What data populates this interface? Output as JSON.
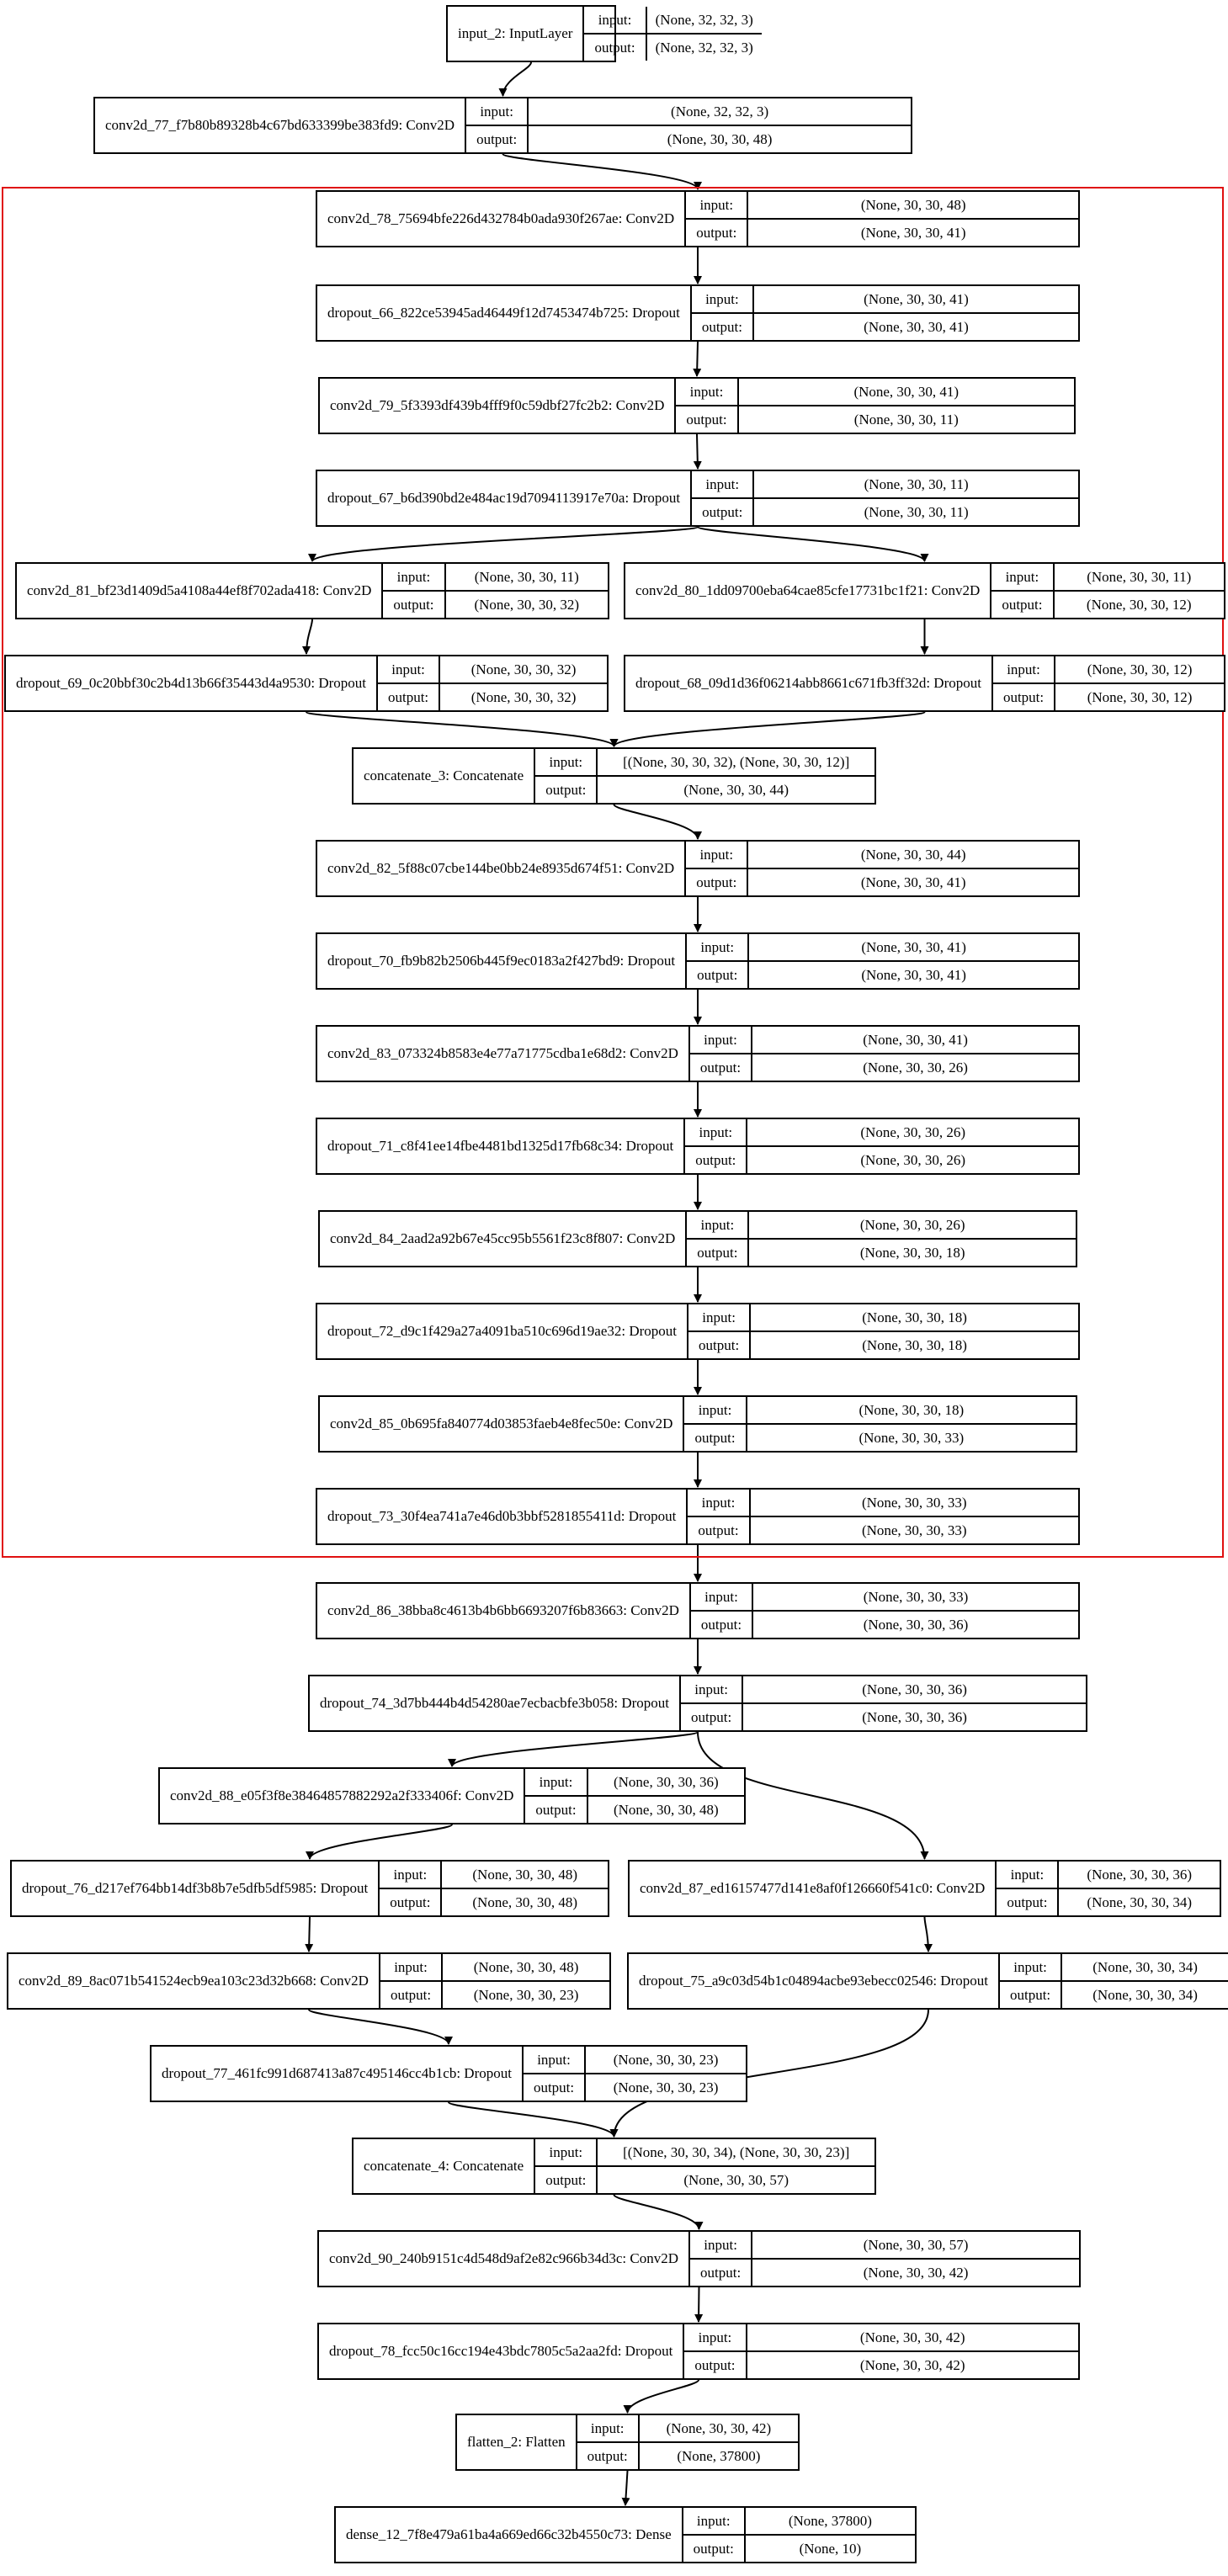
{
  "diagram": {
    "group_color": "#e01010",
    "nodes": [
      {
        "id": "n1",
        "name": "input_2: InputLayer",
        "input": "(None, 32, 32, 3)",
        "output": "(None, 32, 32, 3)"
      },
      {
        "id": "n2",
        "name": "conv2d_77_f7b80b89328b4c67bd633399be383fd9: Conv2D",
        "input": "(None, 32, 32, 3)",
        "output": "(None, 30, 30, 48)"
      },
      {
        "id": "n3",
        "name": "conv2d_78_75694bfe226d432784b0ada930f267ae: Conv2D",
        "input": "(None, 30, 30, 48)",
        "output": "(None, 30, 30, 41)"
      },
      {
        "id": "n4",
        "name": "dropout_66_822ce53945ad46449f12d7453474b725: Dropout",
        "input": "(None, 30, 30, 41)",
        "output": "(None, 30, 30, 41)"
      },
      {
        "id": "n5",
        "name": "conv2d_79_5f3393df439b4fff9f0c59dbf27fc2b2: Conv2D",
        "input": "(None, 30, 30, 41)",
        "output": "(None, 30, 30, 11)"
      },
      {
        "id": "n6",
        "name": "dropout_67_b6d390bd2e484ac19d7094113917e70a: Dropout",
        "input": "(None, 30, 30, 11)",
        "output": "(None, 30, 30, 11)"
      },
      {
        "id": "n7",
        "name": "conv2d_81_bf23d1409d5a4108a44ef8f702ada418: Conv2D",
        "input": "(None, 30, 30, 11)",
        "output": "(None, 30, 30, 32)"
      },
      {
        "id": "n8",
        "name": "conv2d_80_1dd09700eba64cae85cfe17731bc1f21: Conv2D",
        "input": "(None, 30, 30, 11)",
        "output": "(None, 30, 30, 12)"
      },
      {
        "id": "n9",
        "name": "dropout_69_0c20bbf30c2b4d13b66f35443d4a9530: Dropout",
        "input": "(None, 30, 30, 32)",
        "output": "(None, 30, 30, 32)"
      },
      {
        "id": "n10",
        "name": "dropout_68_09d1d36f06214abb8661c671fb3ff32d: Dropout",
        "input": "(None, 30, 30, 12)",
        "output": "(None, 30, 30, 12)"
      },
      {
        "id": "n11",
        "name": "concatenate_3: Concatenate",
        "input": "[(None, 30, 30, 32), (None, 30, 30, 12)]",
        "output": "(None, 30, 30, 44)"
      },
      {
        "id": "n12",
        "name": "conv2d_82_5f88c07cbe144be0bb24e8935d674f51: Conv2D",
        "input": "(None, 30, 30, 44)",
        "output": "(None, 30, 30, 41)"
      },
      {
        "id": "n13",
        "name": "dropout_70_fb9b82b2506b445f9ec0183a2f427bd9: Dropout",
        "input": "(None, 30, 30, 41)",
        "output": "(None, 30, 30, 41)"
      },
      {
        "id": "n14",
        "name": "conv2d_83_073324b8583e4e77a71775cdba1e68d2: Conv2D",
        "input": "(None, 30, 30, 41)",
        "output": "(None, 30, 30, 26)"
      },
      {
        "id": "n15",
        "name": "dropout_71_c8f41ee14fbe4481bd1325d17fb68c34: Dropout",
        "input": "(None, 30, 30, 26)",
        "output": "(None, 30, 30, 26)"
      },
      {
        "id": "n16",
        "name": "conv2d_84_2aad2a92b67e45cc95b5561f23c8f807: Conv2D",
        "input": "(None, 30, 30, 26)",
        "output": "(None, 30, 30, 18)"
      },
      {
        "id": "n17",
        "name": "dropout_72_d9c1f429a27a4091ba510c696d19ae32: Dropout",
        "input": "(None, 30, 30, 18)",
        "output": "(None, 30, 30, 18)"
      },
      {
        "id": "n18",
        "name": "conv2d_85_0b695fa840774d03853faeb4e8fec50e: Conv2D",
        "input": "(None, 30, 30, 18)",
        "output": "(None, 30, 30, 33)"
      },
      {
        "id": "n19",
        "name": "dropout_73_30f4ea741a7e46d0b3bbf5281855411d: Dropout",
        "input": "(None, 30, 30, 33)",
        "output": "(None, 30, 30, 33)"
      },
      {
        "id": "n20",
        "name": "conv2d_86_38bba8c4613b4b6bb6693207f6b83663: Conv2D",
        "input": "(None, 30, 30, 33)",
        "output": "(None, 30, 30, 36)"
      },
      {
        "id": "n21",
        "name": "dropout_74_3d7bb444b4d54280ae7ecbacbfe3b058: Dropout",
        "input": "(None, 30, 30, 36)",
        "output": "(None, 30, 30, 36)"
      },
      {
        "id": "n22",
        "name": "conv2d_88_e05f3f8e38464857882292a2f333406f: Conv2D",
        "input": "(None, 30, 30, 36)",
        "output": "(None, 30, 30, 48)"
      },
      {
        "id": "n23",
        "name": "dropout_76_d217ef764bb14df3b8b7e5dfb5df5985: Dropout",
        "input": "(None, 30, 30, 48)",
        "output": "(None, 30, 30, 48)"
      },
      {
        "id": "n24",
        "name": "conv2d_87_ed16157477d141e8af0f126660f541c0: Conv2D",
        "input": "(None, 30, 30, 36)",
        "output": "(None, 30, 30, 34)"
      },
      {
        "id": "n25",
        "name": "conv2d_89_8ac071b541524ecb9ea103c23d32b668: Conv2D",
        "input": "(None, 30, 30, 48)",
        "output": "(None, 30, 30, 23)"
      },
      {
        "id": "n26",
        "name": "dropout_75_a9c03d54b1c04894acbe93ebecc02546: Dropout",
        "input": "(None, 30, 30, 34)",
        "output": "(None, 30, 30, 34)"
      },
      {
        "id": "n27",
        "name": "dropout_77_461fc991d687413a87c495146cc4b1cb: Dropout",
        "input": "(None, 30, 30, 23)",
        "output": "(None, 30, 30, 23)"
      },
      {
        "id": "n28",
        "name": "concatenate_4: Concatenate",
        "input": "[(None, 30, 30, 34), (None, 30, 30, 23)]",
        "output": "(None, 30, 30, 57)"
      },
      {
        "id": "n29",
        "name": "conv2d_90_240b9151c4d548d9af2e82c966b34d3c: Conv2D",
        "input": "(None, 30, 30, 57)",
        "output": "(None, 30, 30, 42)"
      },
      {
        "id": "n30",
        "name": "dropout_78_fcc50c16cc194e43bdc7805c5a2aa2fd: Dropout",
        "input": "(None, 30, 30, 42)",
        "output": "(None, 30, 30, 42)"
      },
      {
        "id": "n31",
        "name": "flatten_2: Flatten",
        "input": "(None, 30, 30, 42)",
        "output": "(None, 37800)"
      },
      {
        "id": "n32",
        "name": "dense_12_7f8e479a61ba4a669ed66c32b4550c73: Dense",
        "input": "(None, 37800)",
        "output": "(None, 10)"
      }
    ],
    "edges": [
      [
        "n1",
        "n2"
      ],
      [
        "n2",
        "n3"
      ],
      [
        "n3",
        "n4"
      ],
      [
        "n4",
        "n5"
      ],
      [
        "n5",
        "n6"
      ],
      [
        "n6",
        "n7"
      ],
      [
        "n6",
        "n8"
      ],
      [
        "n7",
        "n9"
      ],
      [
        "n8",
        "n10"
      ],
      [
        "n9",
        "n11"
      ],
      [
        "n10",
        "n11"
      ],
      [
        "n11",
        "n12"
      ],
      [
        "n12",
        "n13"
      ],
      [
        "n13",
        "n14"
      ],
      [
        "n14",
        "n15"
      ],
      [
        "n15",
        "n16"
      ],
      [
        "n16",
        "n17"
      ],
      [
        "n17",
        "n18"
      ],
      [
        "n18",
        "n19"
      ],
      [
        "n19",
        "n20"
      ],
      [
        "n20",
        "n21"
      ],
      [
        "n21",
        "n22"
      ],
      [
        "n21",
        "n24"
      ],
      [
        "n22",
        "n23"
      ],
      [
        "n23",
        "n25"
      ],
      [
        "n24",
        "n26"
      ],
      [
        "n25",
        "n27"
      ],
      [
        "n27",
        "n28"
      ],
      [
        "n26",
        "n28"
      ],
      [
        "n28",
        "n29"
      ],
      [
        "n29",
        "n30"
      ],
      [
        "n30",
        "n31"
      ],
      [
        "n31",
        "n32"
      ]
    ]
  }
}
